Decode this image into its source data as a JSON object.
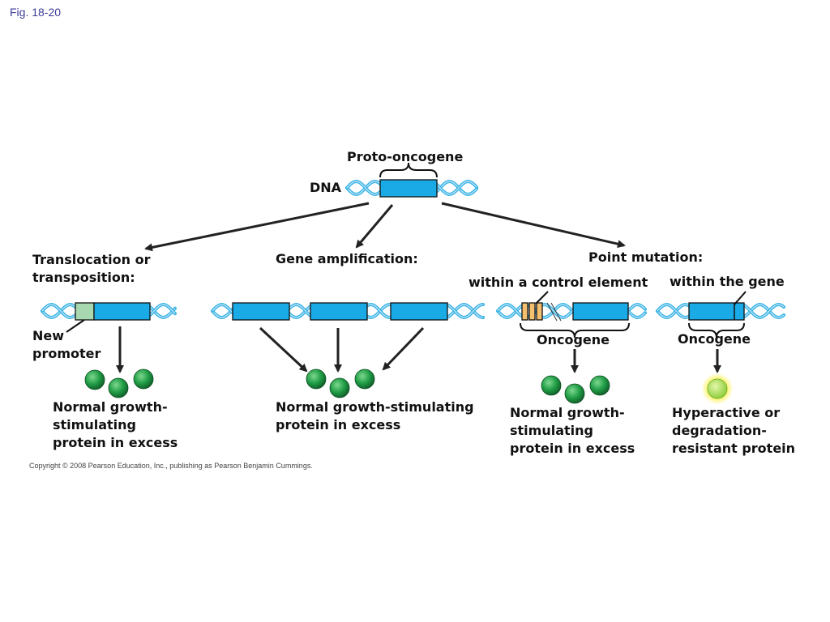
{
  "figure_label": "Fig. 18-20",
  "top": {
    "gene_label": "Proto-oncogene",
    "dna_label": "DNA"
  },
  "translocation": {
    "title": "Translocation or\ntransposition:",
    "promoter_label": "New\npromoter",
    "result": "Normal growth-\nstimulating\nprotein in excess"
  },
  "amplification": {
    "title": "Gene amplification:",
    "result": "Normal growth-stimulating\nprotein in excess"
  },
  "point_mutation": {
    "title": "Point mutation:",
    "control": {
      "subtitle": "within a control element",
      "oncogene_label": "Oncogene",
      "result": "Normal growth-\nstimulating\nprotein in excess"
    },
    "gene": {
      "subtitle": "within the gene",
      "oncogene_label": "Oncogene",
      "result": "Hyperactive or\ndegradation-\nresistant protein"
    }
  },
  "copyright": "Copyright © 2008 Pearson Education, Inc., publishing as Pearson Benjamin Cummings.",
  "colors": {
    "gene_blue": "#1aaae6",
    "dna_strand": "#3cb4e6",
    "protein_green": "#1e8f3e",
    "new_promoter": "#a8d8b0",
    "mutated_control": "#f4c070",
    "hyperactive_glow": "#f2ec2a"
  }
}
